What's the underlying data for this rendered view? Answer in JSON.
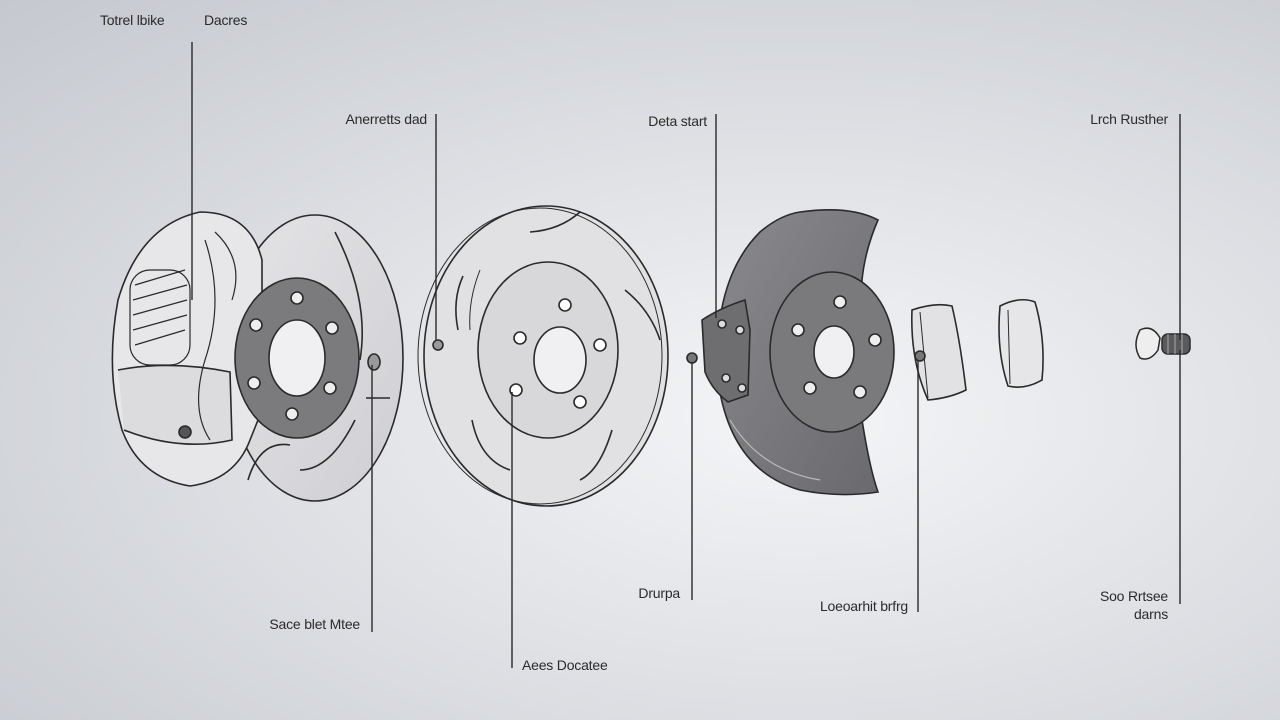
{
  "labels": {
    "top_left_1": "Totrel lbike",
    "top_left_2": "Dacres",
    "top_2": "Anerretts dad",
    "top_3": "Deta start",
    "top_4": "Lrch Rusther",
    "bottom_1": "Sace blet Mtee",
    "bottom_2": "Aees Docatee",
    "bottom_3": "Drurpa",
    "bottom_4": "Loeoarhit brfrg",
    "bottom_5_line1": "Soo Rrtsee",
    "bottom_5_line2": "darns"
  },
  "colors": {
    "line": "#2a2a2a",
    "caliper_fill": "#e7e7e9",
    "disc_fill": "#d9d9dc",
    "hub_fill": "#7b7b7e",
    "shield_fill": "#767679",
    "pad_fill": "#e2e2e5"
  }
}
